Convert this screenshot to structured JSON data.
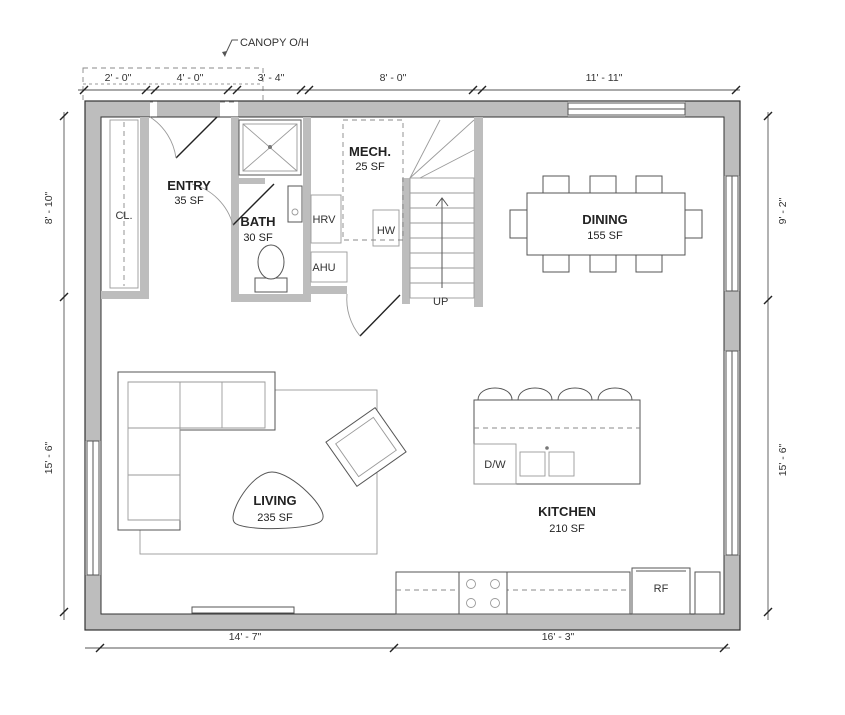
{
  "annotations": {
    "canopy": "CANOPY O/H",
    "stairs_up": "UP"
  },
  "rooms": {
    "entry": {
      "name": "ENTRY",
      "area": "35 SF"
    },
    "bath": {
      "name": "BATH",
      "area": "30 SF"
    },
    "mech": {
      "name": "MECH.",
      "area": "25 SF"
    },
    "dining": {
      "name": "DINING",
      "area": "155 SF"
    },
    "living": {
      "name": "LIVING",
      "area": "235 SF"
    },
    "kitchen": {
      "name": "KITCHEN",
      "area": "210 SF"
    },
    "closet": {
      "name": "CL."
    }
  },
  "equipment": {
    "hrv": "HRV",
    "hw": "HW",
    "ahu": "AHU",
    "dishwasher": "D/W",
    "fridge": "RF"
  },
  "dimensions": {
    "top": [
      "2' - 0\"",
      "4' - 0\"",
      "3' - 4\"",
      "8' - 0\"",
      "11' - 11\""
    ],
    "bottom": [
      "14' - 7\"",
      "16' - 3\""
    ],
    "left": [
      "8' - 10\"",
      "15' - 6\""
    ],
    "right": [
      "9' - 2\"",
      "15' - 6\""
    ]
  }
}
